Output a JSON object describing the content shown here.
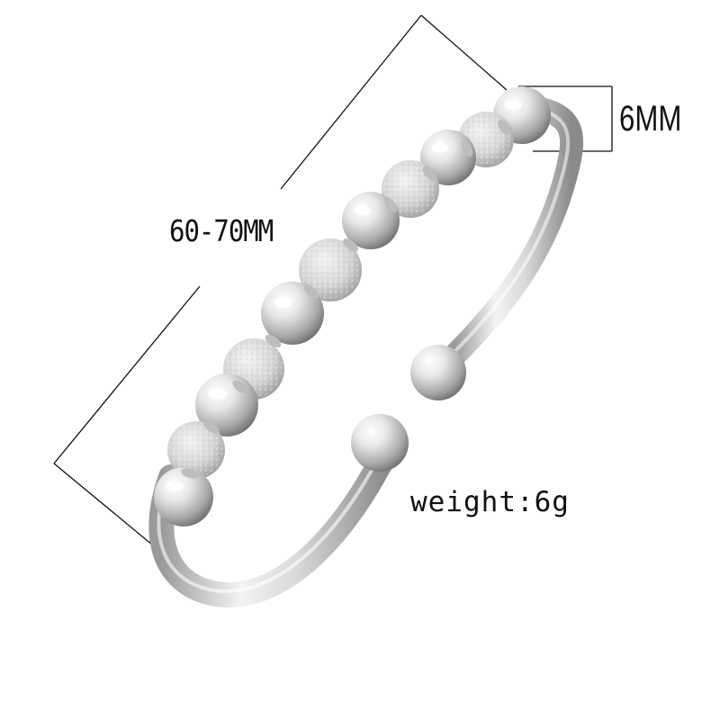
{
  "product": {
    "labels": {
      "diameter": "60-70MM",
      "bead_size": "6MM",
      "weight": "weight:6g"
    },
    "colors": {
      "background": "#ffffff",
      "line": "#111111",
      "silver_light": "#f7f7f7",
      "silver_mid": "#cfcfcf",
      "silver_dark": "#8e8e8e"
    },
    "beads": [
      "polished",
      "frosted",
      "polished",
      "frosted",
      "polished",
      "frosted",
      "polished",
      "frosted",
      "polished",
      "frosted",
      "polished"
    ]
  }
}
